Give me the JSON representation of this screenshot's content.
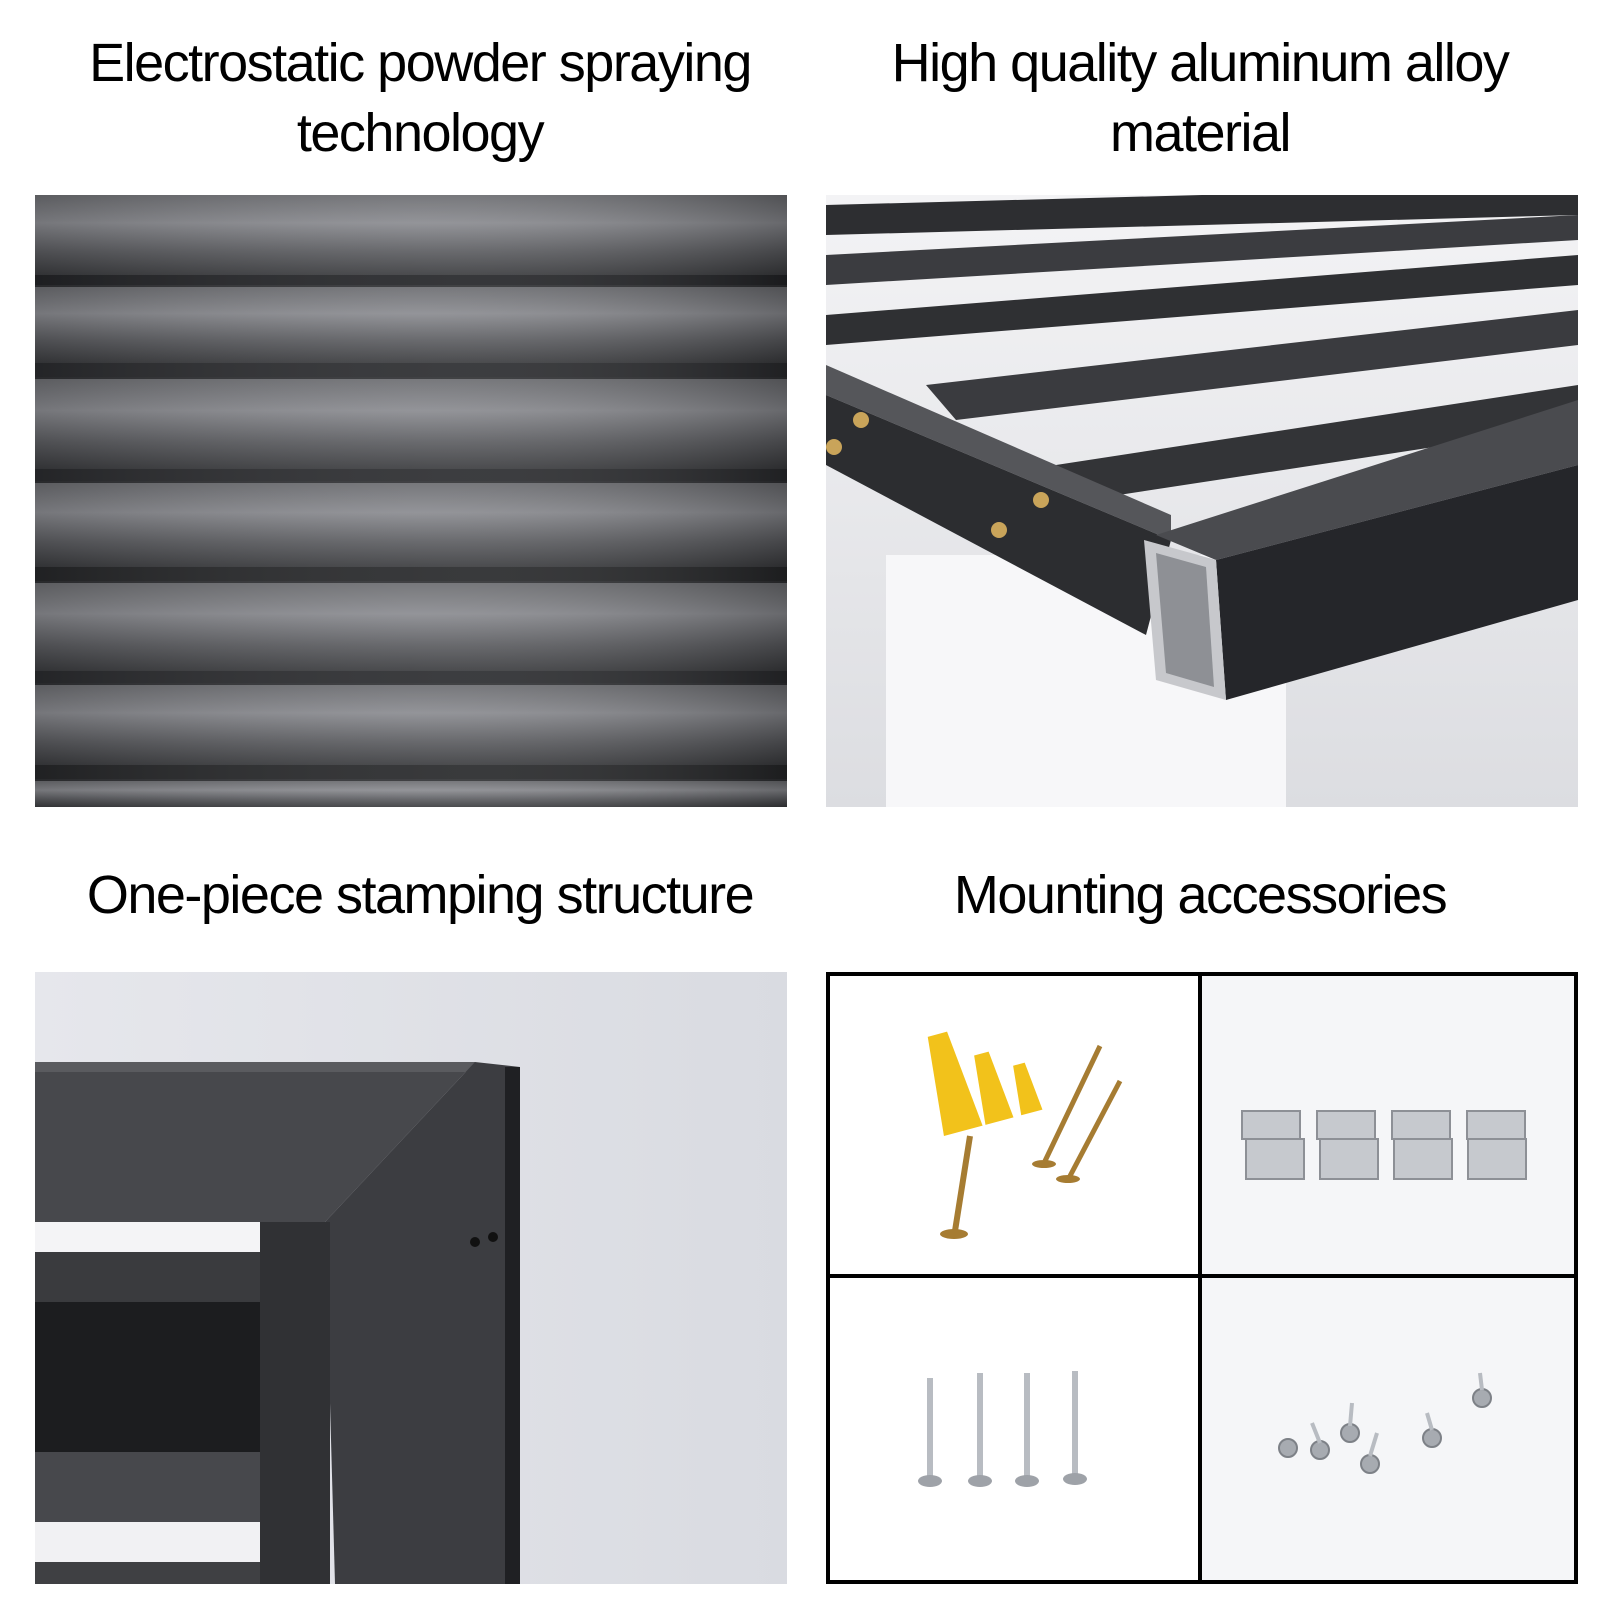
{
  "captions": {
    "top_left": "Electrostatic powder spraying technology",
    "top_right": "High quality aluminum alloy material",
    "bottom_left": "One-piece stamping structure",
    "bottom_right": "Mounting accessories"
  },
  "colors": {
    "aluminum_dark": "#3a3b3e",
    "aluminum_mid": "#5a5b5f",
    "background_light": "#e9eaee",
    "plug_yellow": "#f2c21b",
    "screw_brass": "#a67c32",
    "zinc": "#b8bcc2"
  },
  "icons": [
    "louver-slats",
    "aluminum-frame-corner",
    "stamped-frame-corner",
    "wall-plugs-screws",
    "l-brackets",
    "long-screws",
    "short-screws"
  ]
}
